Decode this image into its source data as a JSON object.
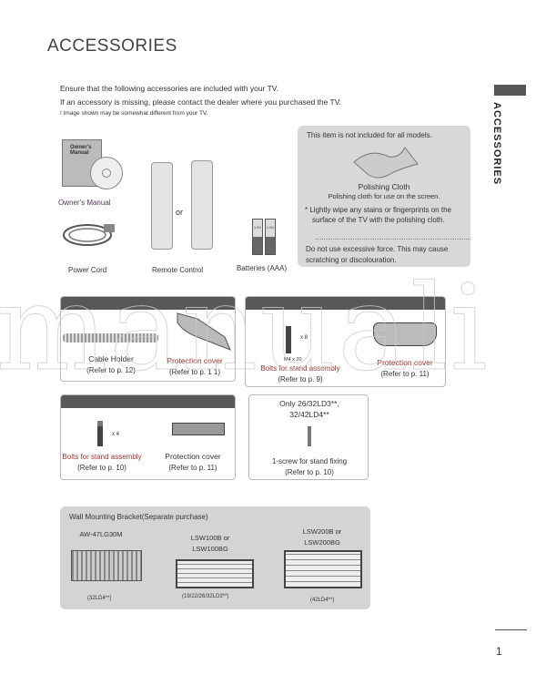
{
  "title": "ACCESSORIES",
  "side_tab": "ACCESSORIES",
  "intro": [
    "Ensure that the following accessories are included with your TV.",
    "If an accessory is missing, please contact the dealer where you purchased the TV."
  ],
  "note": "! Image shown may be somewhat different from your TV.",
  "items": {
    "manual": "Owner's Manual",
    "manual_cover": "Owner's Manual",
    "power": "Power Cord",
    "remote": "Remote Control",
    "or": "or",
    "batteries": "Batteries (AAA)",
    "battery_label": "1.5V"
  },
  "cloth_box": {
    "header": "This item is not included for all models.",
    "name": "Polishing Cloth",
    "desc": "Polishing cloth for use on the screen.",
    "tip": "* Lightly wipe any stains or fingerprints on the surface of the TV with the polishing cloth.",
    "warning": "Do not use excessive force. This may cause scratching or discolouration."
  },
  "box1": {
    "a": "Cable Holder",
    "a_ref": "(Refer to p. 12)",
    "b": "Protection cover",
    "b_ref": "(Refer to p. 1 1)"
  },
  "box2": {
    "qty": "x 8",
    "size": "M4 x 20",
    "a": "Bolts for stand assembly",
    "a_ref": "(Refer to p. 9)",
    "b": "Protection cover",
    "b_ref": "(Refer to p. 11)"
  },
  "box3": {
    "qty": "x 4",
    "a": "Bolts for stand assembly",
    "a_ref": "(Refer to p. 10)",
    "b": "Protection cover",
    "b_ref": "(Refer to p. 11)"
  },
  "box4": {
    "models": "Only 26/32LD3**, 32/42LD4**",
    "a": "1-screw for stand fixing",
    "a_ref": "(Refer to p. 10)"
  },
  "wall": {
    "title": "Wall Mounting Bracket(Separate purchase)",
    "b1": "AW-47LG30M",
    "b1_models": "(32LD4**)",
    "b2": "LSW100B or LSW100BG",
    "b2_models": "(19/22/26/32LD3**)",
    "b3": "LSW200B or LSW200BG",
    "b3_models": "(42LD4**)"
  },
  "page_number": "1",
  "watermark": "manuali"
}
